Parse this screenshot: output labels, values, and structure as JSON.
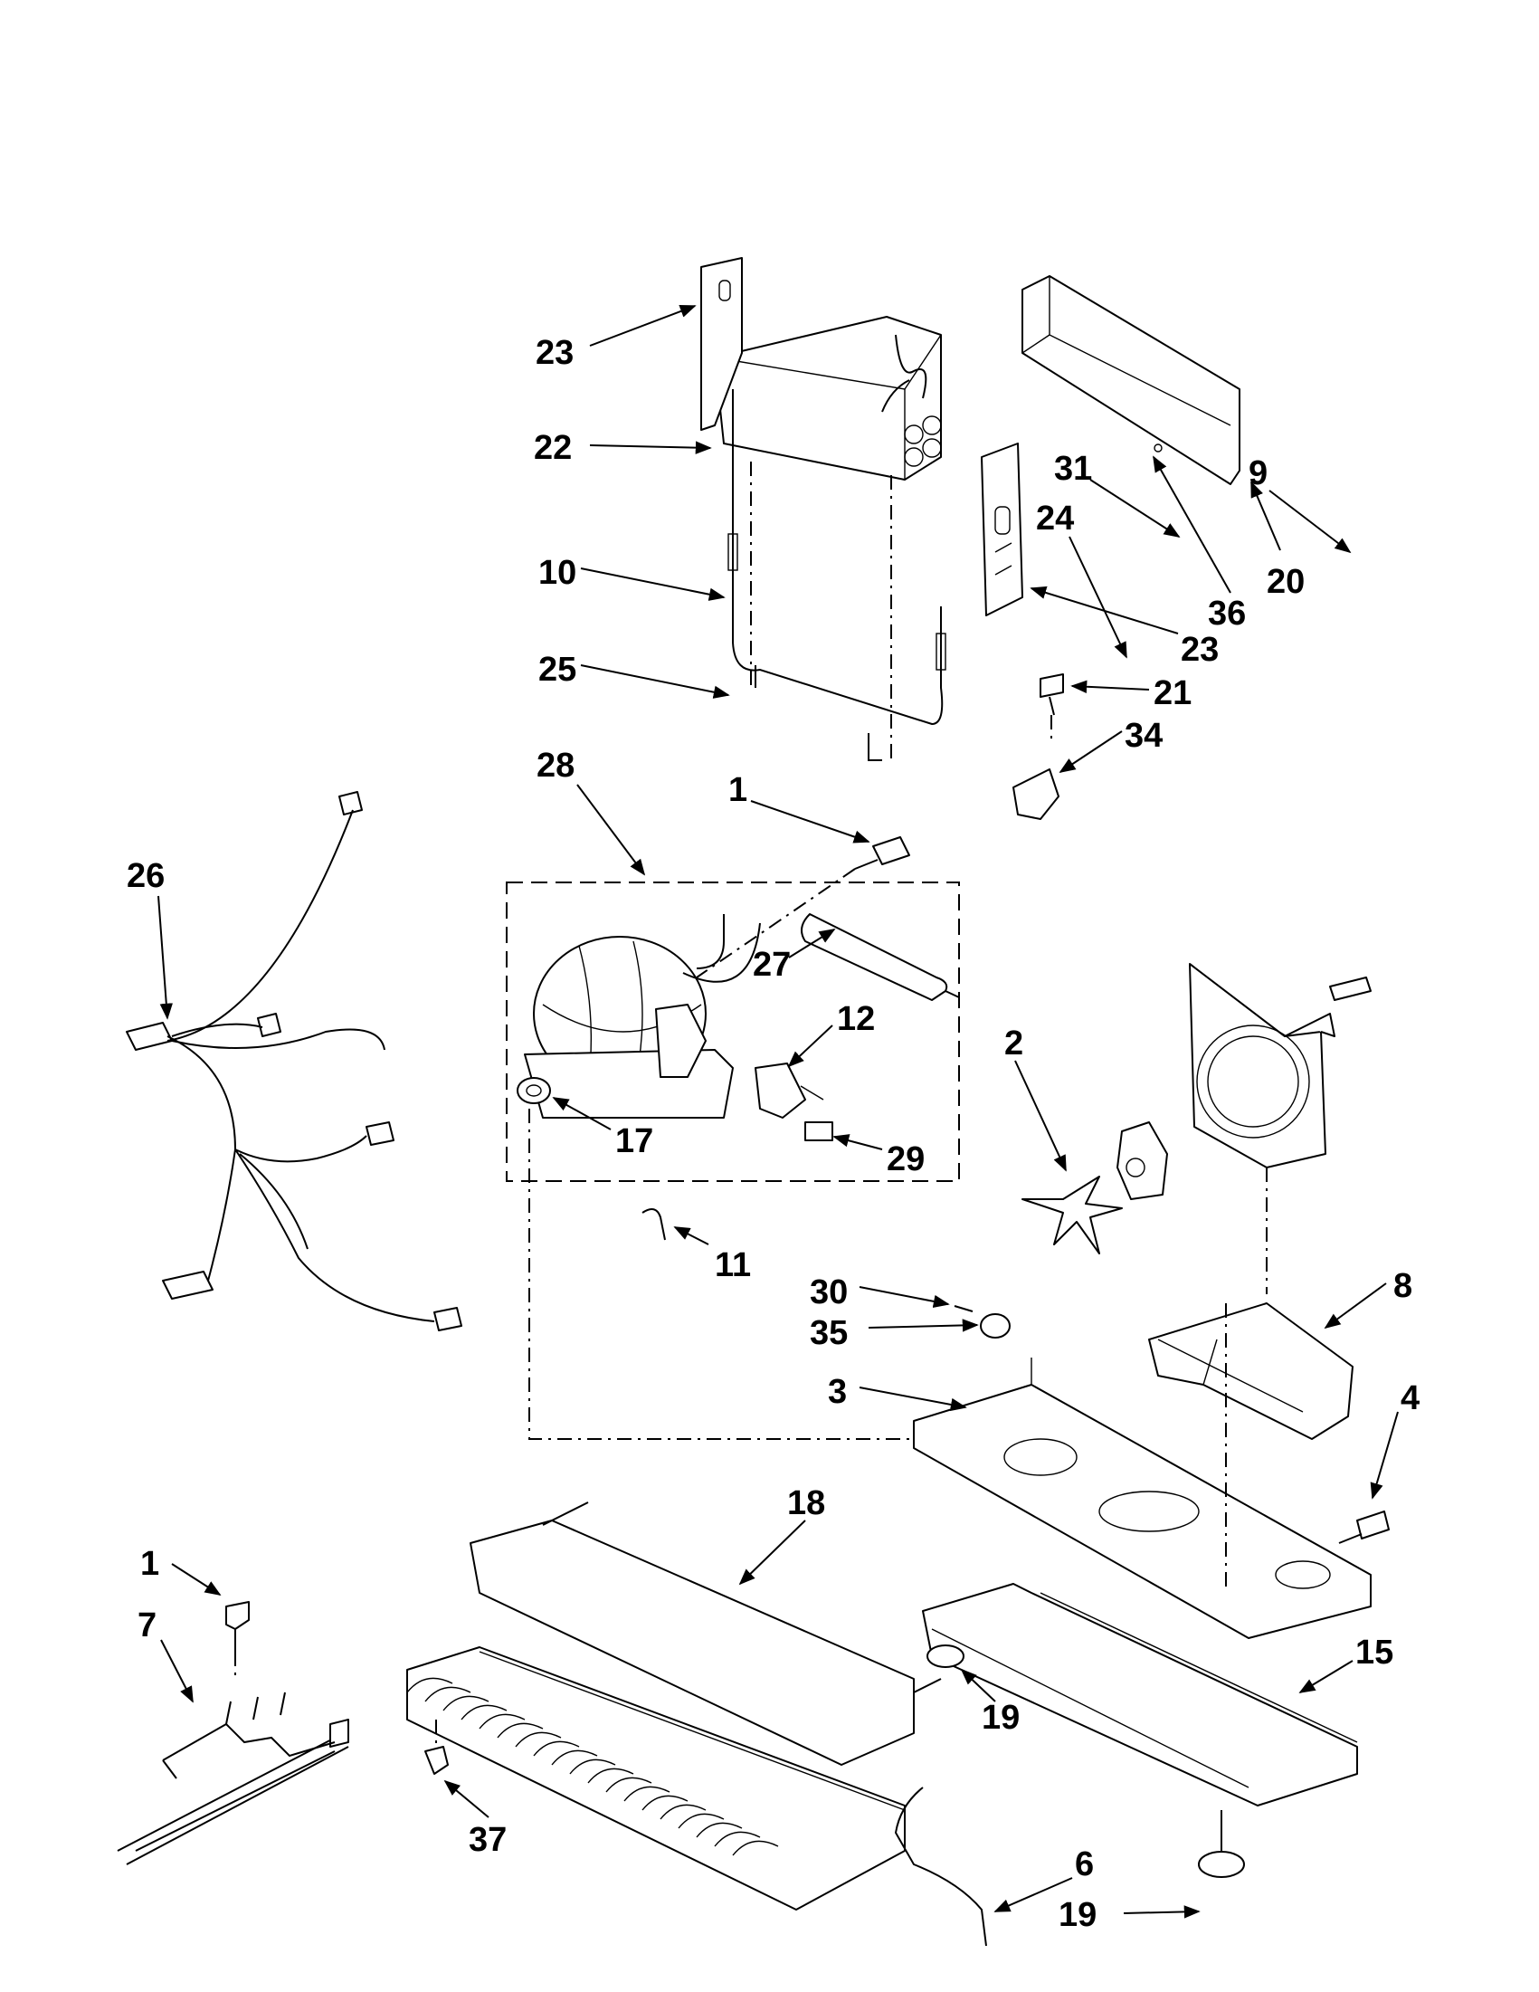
{
  "callouts": [
    {
      "id": "c23a",
      "label": "23"
    },
    {
      "id": "c22",
      "label": "22"
    },
    {
      "id": "c10",
      "label": "10"
    },
    {
      "id": "c25",
      "label": "25"
    },
    {
      "id": "c28",
      "label": "28"
    },
    {
      "id": "c1a",
      "label": "1"
    },
    {
      "id": "c26",
      "label": "26"
    },
    {
      "id": "c27",
      "label": "27"
    },
    {
      "id": "c12",
      "label": "12"
    },
    {
      "id": "c17",
      "label": "17"
    },
    {
      "id": "c29",
      "label": "29"
    },
    {
      "id": "c11",
      "label": "11"
    },
    {
      "id": "c36",
      "label": "36"
    },
    {
      "id": "c20",
      "label": "20"
    },
    {
      "id": "c23b",
      "label": "23"
    },
    {
      "id": "c21",
      "label": "21"
    },
    {
      "id": "c34",
      "label": "34"
    },
    {
      "id": "c31",
      "label": "31"
    },
    {
      "id": "c9",
      "label": "9"
    },
    {
      "id": "c24",
      "label": "24"
    },
    {
      "id": "c2",
      "label": "2"
    },
    {
      "id": "c30",
      "label": "30"
    },
    {
      "id": "c35",
      "label": "35"
    },
    {
      "id": "c8",
      "label": "8"
    },
    {
      "id": "c3",
      "label": "3"
    },
    {
      "id": "c4",
      "label": "4"
    },
    {
      "id": "c18",
      "label": "18"
    },
    {
      "id": "c1b",
      "label": "1"
    },
    {
      "id": "c7",
      "label": "7"
    },
    {
      "id": "c15",
      "label": "15"
    },
    {
      "id": "c19a",
      "label": "19"
    },
    {
      "id": "c37",
      "label": "37"
    },
    {
      "id": "c6",
      "label": "6"
    },
    {
      "id": "c19b",
      "label": "19"
    }
  ]
}
